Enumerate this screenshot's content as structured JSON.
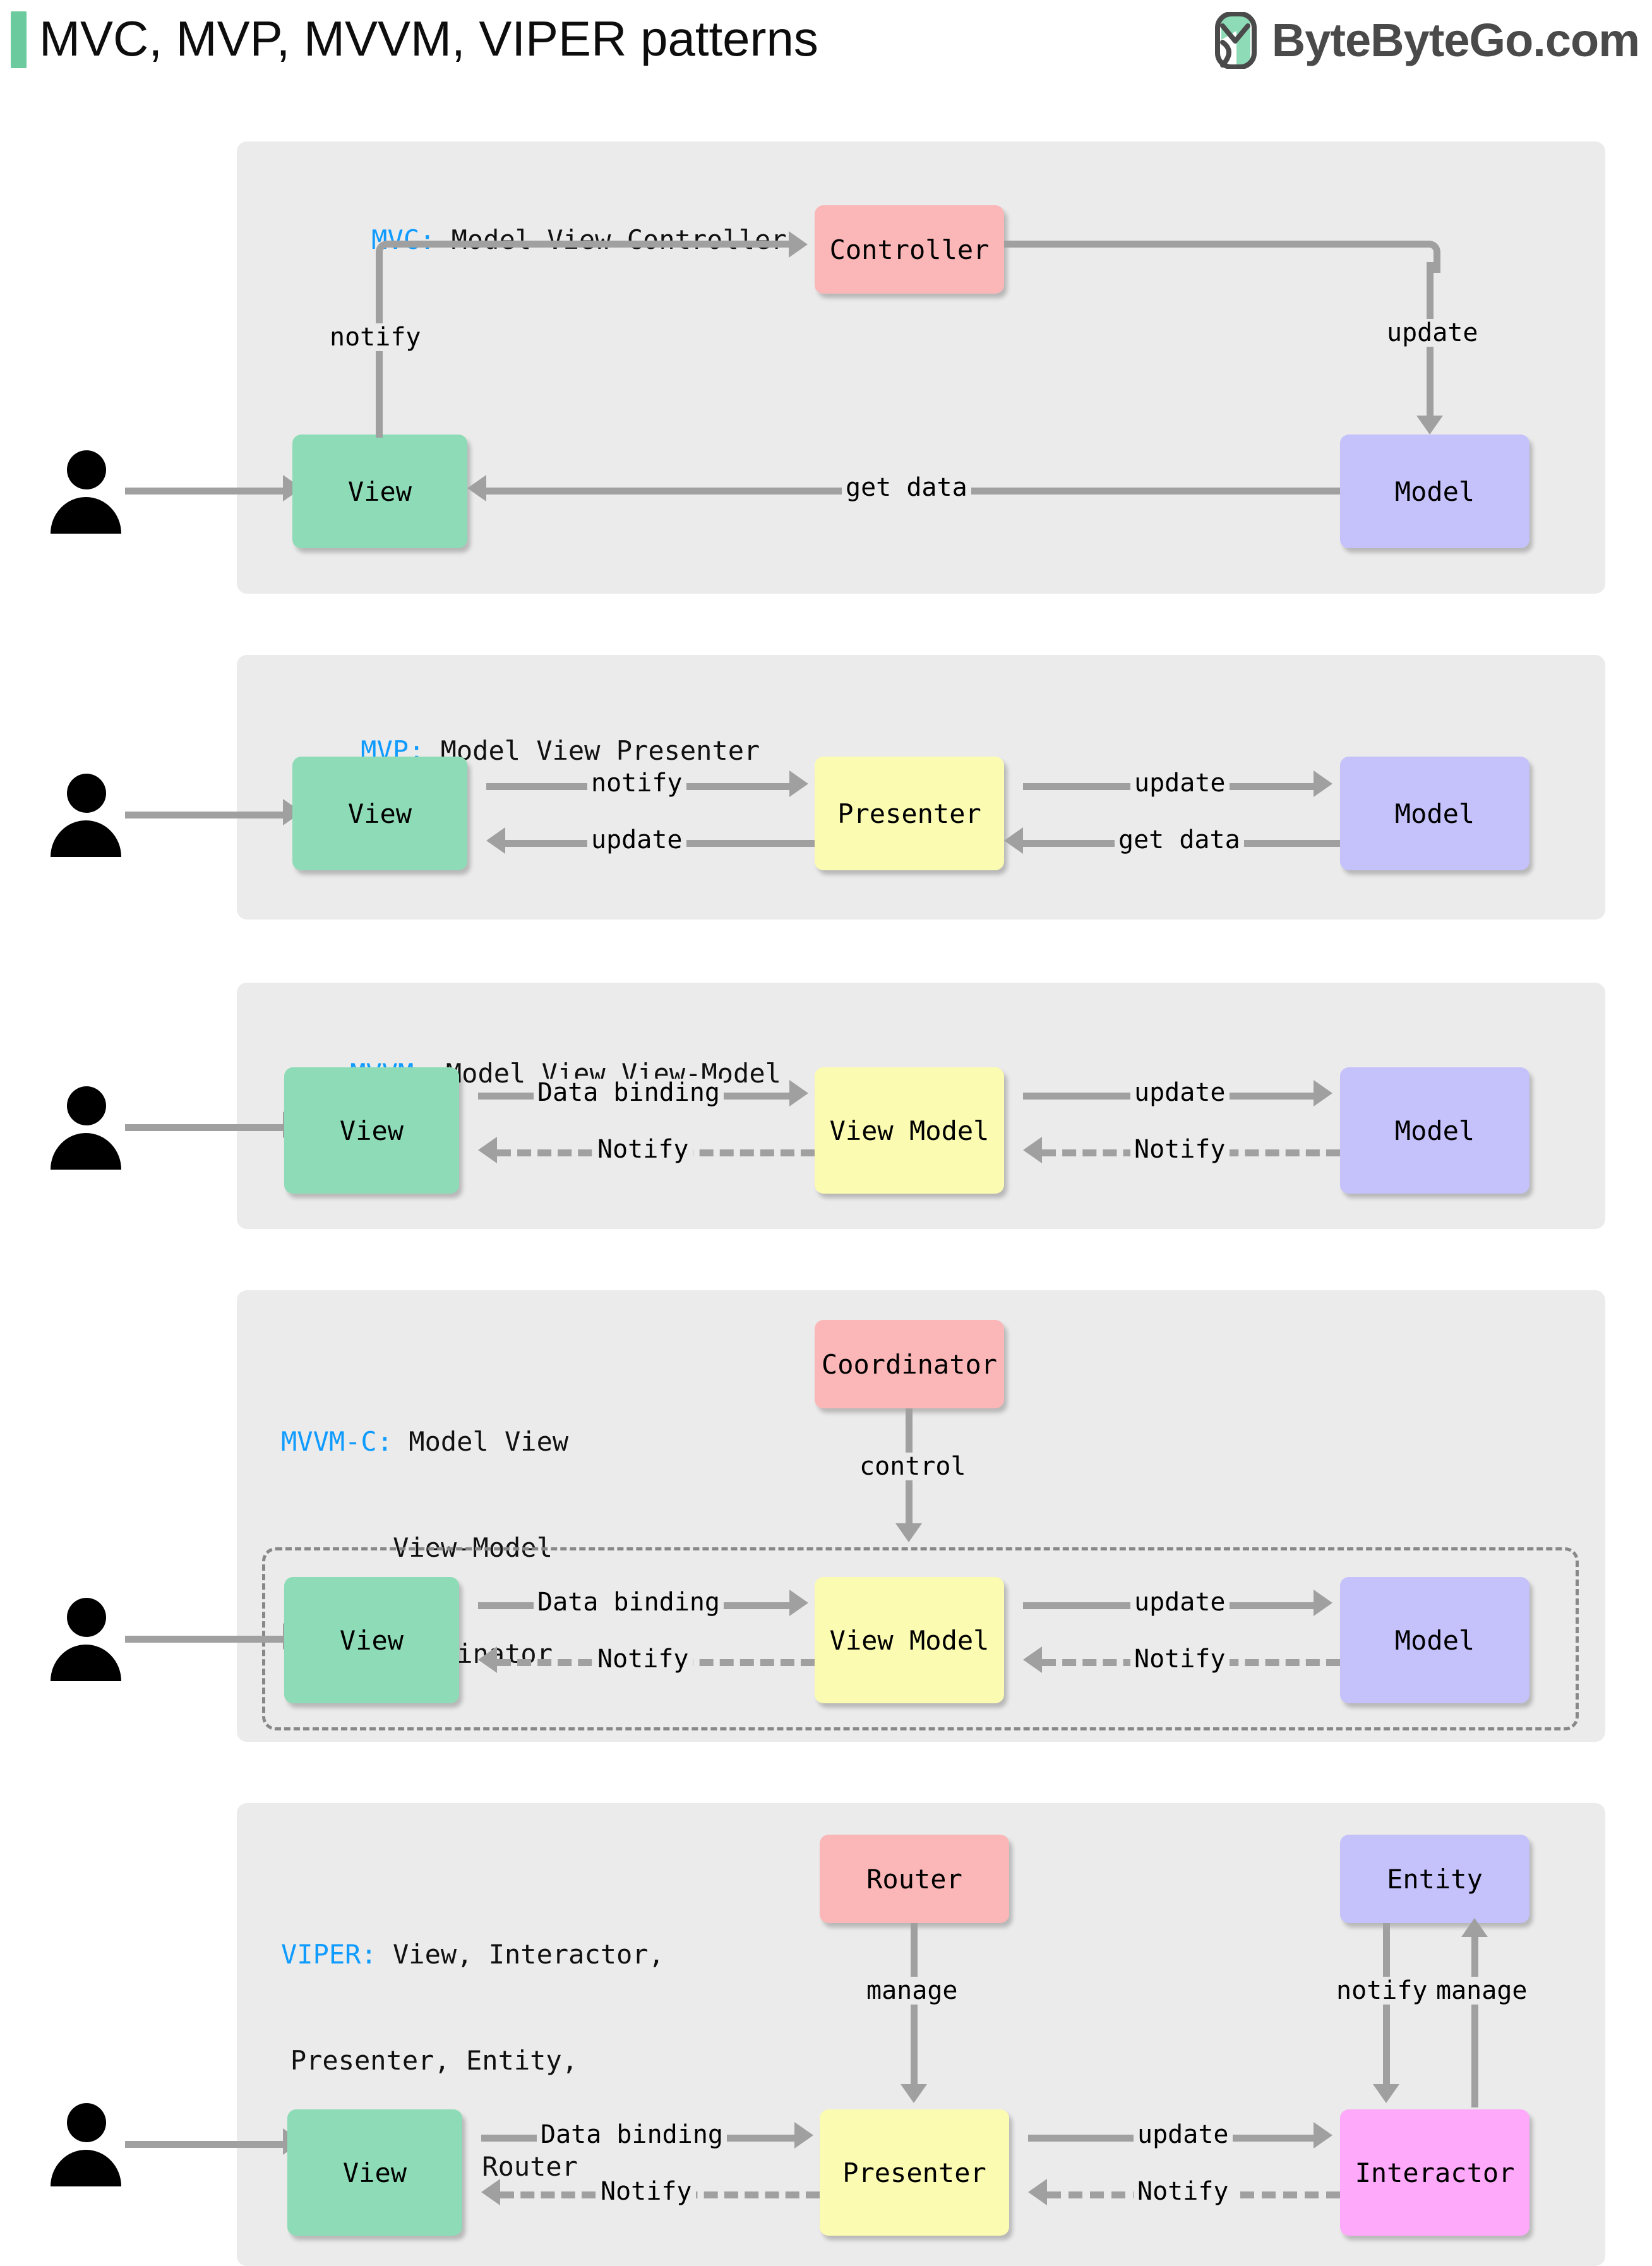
{
  "header": {
    "title": "MVC, MVP, MVVM, VIPER patterns",
    "accent_color": "#6BCB9E",
    "brand_name": "ByteByteGo.com",
    "brand_logo_icon": "bytebytego-logo-icon"
  },
  "palette": {
    "panel_bg": "#EBEBEB",
    "view_green": "#8EDCB7",
    "model_purple": "#C4C1FB",
    "controller_pink": "#FBB7B8",
    "presenter_yellow": "#FBFBB2",
    "interactor_magenta": "#FFA9FB",
    "connector_gray": "#A0A0A0",
    "key_blue": "#0f9bff"
  },
  "sections": [
    {
      "id": "mvc",
      "key": "MVC:",
      "title_rest": " Model View Controller",
      "actor": "user-actor",
      "nodes": [
        {
          "name": "view",
          "label": "View"
        },
        {
          "name": "controller",
          "label": "Controller"
        },
        {
          "name": "model",
          "label": "Model"
        }
      ],
      "edges": [
        {
          "name": "view-to-controller",
          "label": "notify",
          "style": "solid"
        },
        {
          "name": "controller-to-model",
          "label": "update",
          "style": "solid"
        },
        {
          "name": "model-to-view",
          "label": "get data",
          "style": "solid"
        }
      ]
    },
    {
      "id": "mvp",
      "key": "MVP:",
      "title_rest": " Model View Presenter",
      "actor": "user-actor",
      "nodes": [
        {
          "name": "view",
          "label": "View"
        },
        {
          "name": "presenter",
          "label": "Presenter"
        },
        {
          "name": "model",
          "label": "Model"
        }
      ],
      "edges": [
        {
          "name": "view-to-presenter",
          "label": "notify",
          "style": "solid"
        },
        {
          "name": "presenter-to-view",
          "label": "update",
          "style": "solid"
        },
        {
          "name": "presenter-to-model",
          "label": "update",
          "style": "solid"
        },
        {
          "name": "model-to-presenter",
          "label": "get data",
          "style": "solid"
        }
      ]
    },
    {
      "id": "mvvm",
      "key": "MVVM:",
      "title_rest": " Model View View-Model",
      "actor": "user-actor",
      "nodes": [
        {
          "name": "view",
          "label": "View"
        },
        {
          "name": "view-model",
          "label": "View Model"
        },
        {
          "name": "model",
          "label": "Model"
        }
      ],
      "edges": [
        {
          "name": "view-to-viewmodel",
          "label": "Data binding",
          "style": "solid"
        },
        {
          "name": "viewmodel-to-view",
          "label": "Notify",
          "style": "dashed"
        },
        {
          "name": "viewmodel-to-model",
          "label": "update",
          "style": "solid"
        },
        {
          "name": "model-to-viewmodel",
          "label": "Notify",
          "style": "dashed"
        }
      ]
    },
    {
      "id": "mvvm-c",
      "key": "MVVM-C:",
      "title_lines": [
        " Model View",
        "View-Model",
        "Coordinator"
      ],
      "actor": "user-actor",
      "nodes": [
        {
          "name": "coordinator",
          "label": "Coordinator"
        },
        {
          "name": "view",
          "label": "View"
        },
        {
          "name": "view-model",
          "label": "View Model"
        },
        {
          "name": "model",
          "label": "Model"
        }
      ],
      "edges": [
        {
          "name": "coordinator-to-viewmodel",
          "label": "control",
          "style": "solid"
        },
        {
          "name": "view-to-viewmodel",
          "label": "Data binding",
          "style": "solid"
        },
        {
          "name": "viewmodel-to-view",
          "label": "Notify",
          "style": "dashed"
        },
        {
          "name": "viewmodel-to-model",
          "label": "update",
          "style": "solid"
        },
        {
          "name": "model-to-viewmodel",
          "label": "Notify",
          "style": "dashed"
        }
      ],
      "group_box": "mvvm-group"
    },
    {
      "id": "viper",
      "key": "VIPER:",
      "title_lines": [
        " View, Interactor,",
        "Presenter, Entity,",
        "Router"
      ],
      "actor": "user-actor",
      "nodes": [
        {
          "name": "router",
          "label": "Router"
        },
        {
          "name": "entity",
          "label": "Entity"
        },
        {
          "name": "view",
          "label": "View"
        },
        {
          "name": "presenter",
          "label": "Presenter"
        },
        {
          "name": "interactor",
          "label": "Interactor"
        }
      ],
      "edges": [
        {
          "name": "router-to-presenter",
          "label": "manage",
          "style": "solid"
        },
        {
          "name": "entity-to-interactor",
          "label": "notify",
          "style": "solid"
        },
        {
          "name": "interactor-to-entity",
          "label": "manage",
          "style": "solid"
        },
        {
          "name": "view-to-presenter",
          "label": "Data binding",
          "style": "solid"
        },
        {
          "name": "presenter-to-view",
          "label": "Notify",
          "style": "dashed"
        },
        {
          "name": "presenter-to-interactor",
          "label": "update",
          "style": "solid"
        },
        {
          "name": "interactor-to-presenter",
          "label": "Notify",
          "style": "dashed"
        }
      ]
    }
  ]
}
